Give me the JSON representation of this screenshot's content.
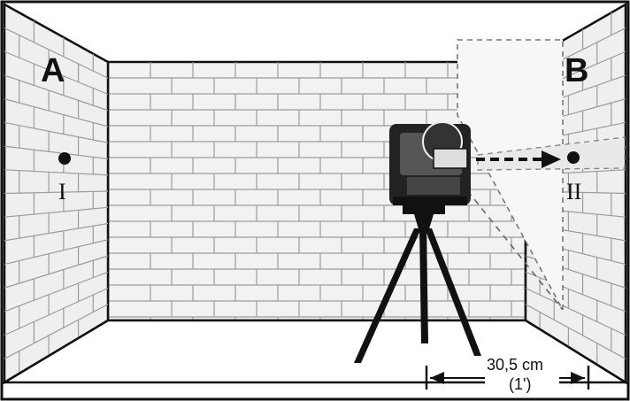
{
  "walls": {
    "left_label": "A",
    "right_label": "B"
  },
  "points": {
    "left_label": "I",
    "right_label": "II"
  },
  "measurement": {
    "distance": "30,5 cm",
    "distance_imperial": "(1')"
  },
  "colors": {
    "ink": "#111111",
    "wall_fill": "#f0f0f0",
    "brick_line": "#9c9c9c",
    "beam_fill": "#e9e9e9"
  },
  "icons": [
    "rotary-laser-level-icon",
    "tripod-icon",
    "measurement-arrow-icon",
    "laser-beam-arrow-icon"
  ]
}
